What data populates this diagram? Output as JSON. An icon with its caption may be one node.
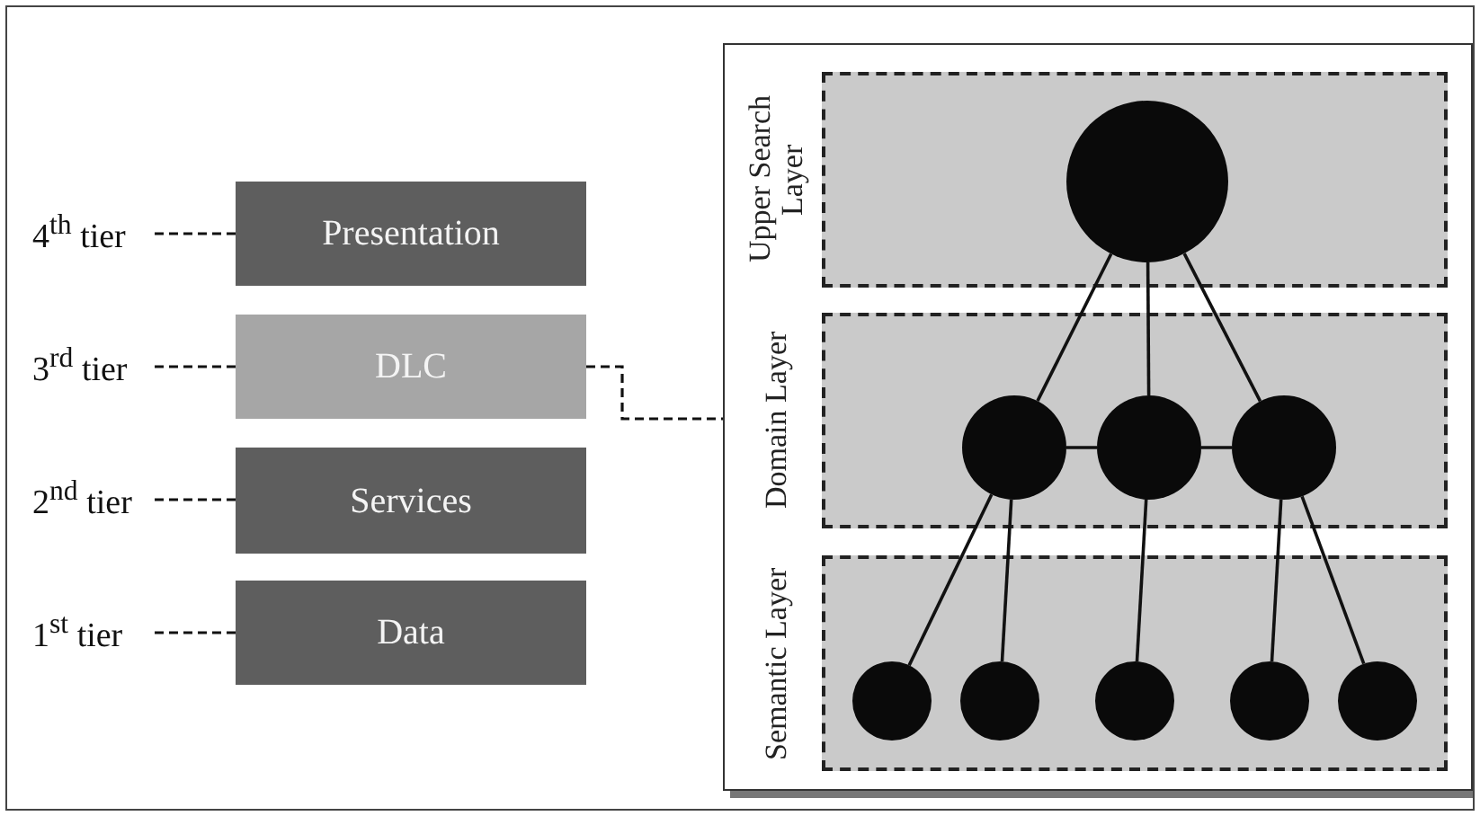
{
  "diagram": {
    "nodes": [
      {
        "text": [
          "4$^{th}$ tier"
        ]
      },
      {
        "text": [
          "Presentation"
        ]
      },
      {
        "text": [
          "3$^{rd}$ tier"
        ]
      },
      {
        "text": [
          "DLC"
        ]
      },
      {
        "text": [
          "2$^{nd}$ tier"
        ]
      },
      {
        "text": [
          "Services"
        ]
      },
      {
        "text": [
          "1$^{st}$ tier"
        ]
      },
      {
        "text": [
          "Data"
        ]
      },
      {
        "text": [],
        "shape": "box"
      },
      {
        "text": [
          "Upper Search Layer"
        ],
        "in": 8
      },
      {
        "text": [
          "Domain Layer"
        ],
        "in": 8
      },
      {
        "text": [
          "Semantic Layer"
        ],
        "in": 8
      },
      {
        "text": [],
        "shape": "circle",
        "in": 9
      },
      {
        "text": [],
        "shape": "circle",
        "in": 10
      },
      {
        "text": [],
        "shape": "circle",
        "in": 10
      },
      {
        "text": [],
        "shape": "circle",
        "in": 10
      },
      {
        "text": [],
        "shape": "circle",
        "in": 11
      },
      {
        "text": [],
        "shape": "circle",
        "in": 11
      },
      {
        "text": [],
        "shape": "circle",
        "in": 11
      },
      {
        "text": [],
        "shape": "circle",
        "in": 11
      },
      {
        "text": [],
        "shape": "circle",
        "in": 11
      }
    ],
    "edges": [
      {
        "from": 0,
        "to": 1,
        "arrow": "none",
        "style": "dashed"
      },
      {
        "from": 2,
        "to": 3,
        "arrow": "none",
        "style": "dashed"
      },
      {
        "from": 4,
        "to": 5,
        "arrow": "none",
        "style": "dashed"
      },
      {
        "from": 6,
        "to": 7,
        "arrow": "none",
        "style": "dashed"
      },
      {
        "from": 3,
        "to": 8,
        "arrow": "none",
        "style": "dashed"
      },
      {
        "from": 12,
        "to": 13,
        "arrow": "none"
      },
      {
        "from": 12,
        "to": 14,
        "arrow": "none"
      },
      {
        "from": 12,
        "to": 15,
        "arrow": "none"
      },
      {
        "from": 13,
        "to": 14,
        "arrow": "none"
      },
      {
        "from": 14,
        "to": 15,
        "arrow": "none"
      },
      {
        "from": 13,
        "to": 16,
        "arrow": "none"
      },
      {
        "from": 13,
        "to": 17,
        "arrow": "none"
      },
      {
        "from": 14,
        "to": 18,
        "arrow": "none"
      },
      {
        "from": 15,
        "to": 19,
        "arrow": "none"
      },
      {
        "from": 15,
        "to": 20,
        "arrow": "none"
      }
    ]
  }
}
